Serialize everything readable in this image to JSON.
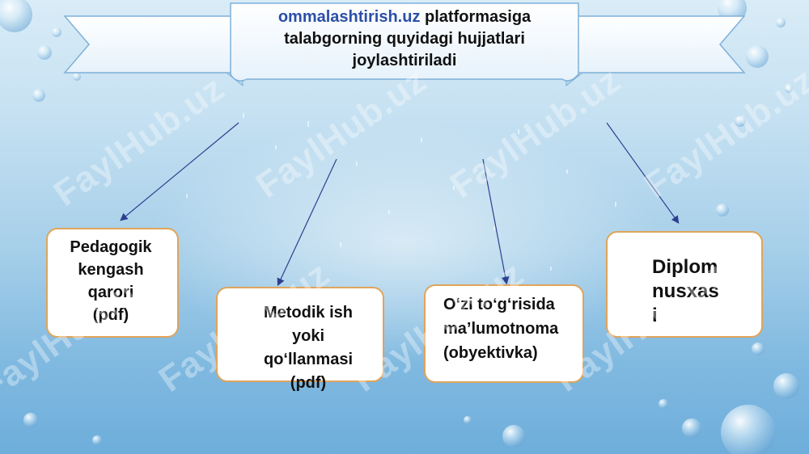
{
  "banner": {
    "site": "ommalashtirish.uz",
    "line1_rest": " platformasiga",
    "line2": "talabgorning quyidagi hujjatlari",
    "line3": "joylashtiriladi"
  },
  "documents": [
    {
      "lines": [
        "Pedagogik",
        "kengash",
        "qarori",
        "(pdf)"
      ]
    },
    {
      "lines": [
        "Metodik ish",
        "yoki",
        "qo‘llanmasi",
        "(pdf)"
      ]
    },
    {
      "lines": [
        "O‘zi to‘g‘risida",
        "ma’lumotnoma",
        "(obyektivka)"
      ]
    },
    {
      "lines": [
        "Diplom",
        "nusxas",
        "i"
      ]
    }
  ],
  "watermark": "FaylHub.uz",
  "colors": {
    "box_border": "#e0a45a",
    "arrow": "#2e3f8f",
    "site_link": "#2b4fa8"
  }
}
